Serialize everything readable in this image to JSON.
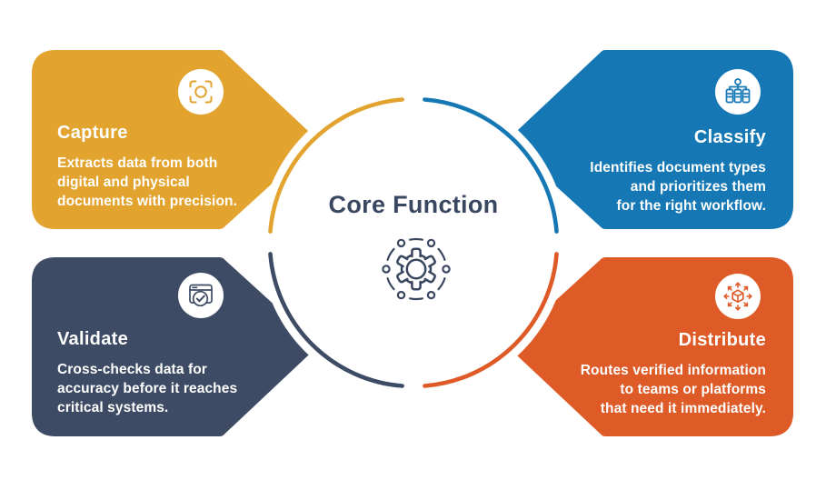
{
  "center": {
    "label": "Core Function",
    "icon": "gear-icon",
    "text_color": "#3A4760",
    "icon_color": "#3A4760"
  },
  "ring": {
    "background": "#FFFFFF",
    "segment_colors": [
      "#E2A42F",
      "#1578B4",
      "#3E4B64",
      "#DE5B28"
    ]
  },
  "cards": [
    {
      "id": "capture",
      "label": "Capture",
      "description": "Extracts data from both\ndigital and physical\ndocuments with precision.",
      "color": "#E2A42F",
      "icon": "viewfinder-capture-icon"
    },
    {
      "id": "classify",
      "label": "Classify",
      "description": "Identifies document types\nand prioritizes them\nfor the right workflow.",
      "color": "#1578B4",
      "icon": "document-hierarchy-icon"
    },
    {
      "id": "validate",
      "label": "Validate",
      "description": "Cross-checks data for\naccuracy before it reaches\ncritical systems.",
      "color": "#3E4B64",
      "icon": "window-checkmark-icon"
    },
    {
      "id": "distribute",
      "label": "Distribute",
      "description": "Routes verified information\nto teams or platforms\nthat need it immediately.",
      "color": "#DE5B28",
      "icon": "cube-arrows-icon"
    }
  ]
}
